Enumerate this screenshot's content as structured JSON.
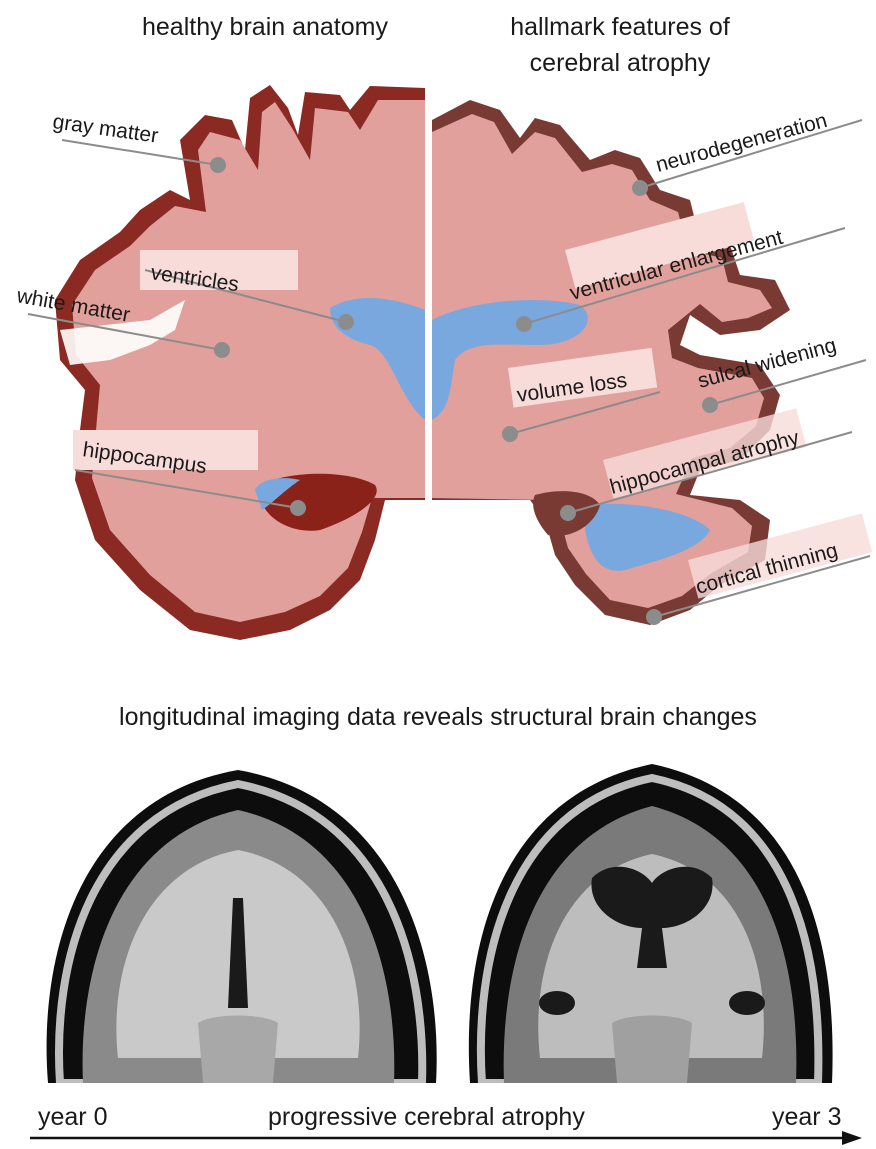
{
  "headings": {
    "left": "healthy brain anatomy",
    "right_line1": "hallmark features of",
    "right_line2": "cerebral atrophy",
    "mri": "longitudinal imaging data reveals structural brain changes"
  },
  "healthy_labels": {
    "gray_matter": "gray matter",
    "ventricles": "ventricles",
    "white_matter": "white matter",
    "hippocampus": "hippocampus"
  },
  "atrophy_labels": {
    "neurodegeneration": "neurodegeneration",
    "ventricular_enlargement": "ventricular enlargement",
    "volume_loss": "volume loss",
    "sulcal_widening": "sulcal widening",
    "hippocampal_atrophy": "hippocampal atrophy",
    "cortical_thinning": "cortical thinning"
  },
  "timeline": {
    "start": "year 0",
    "middle": "progressive cerebral atrophy",
    "end": "year 3"
  },
  "colors": {
    "brain_tissue": "#e2a09c",
    "cortex": "#8a2a22",
    "cortex_atrophied": "#7a3a34",
    "ventricle": "#78a8de",
    "hippocampus": "#8a2219",
    "pointer": "#8c8c8c",
    "label_box": "#f7dcd9"
  }
}
